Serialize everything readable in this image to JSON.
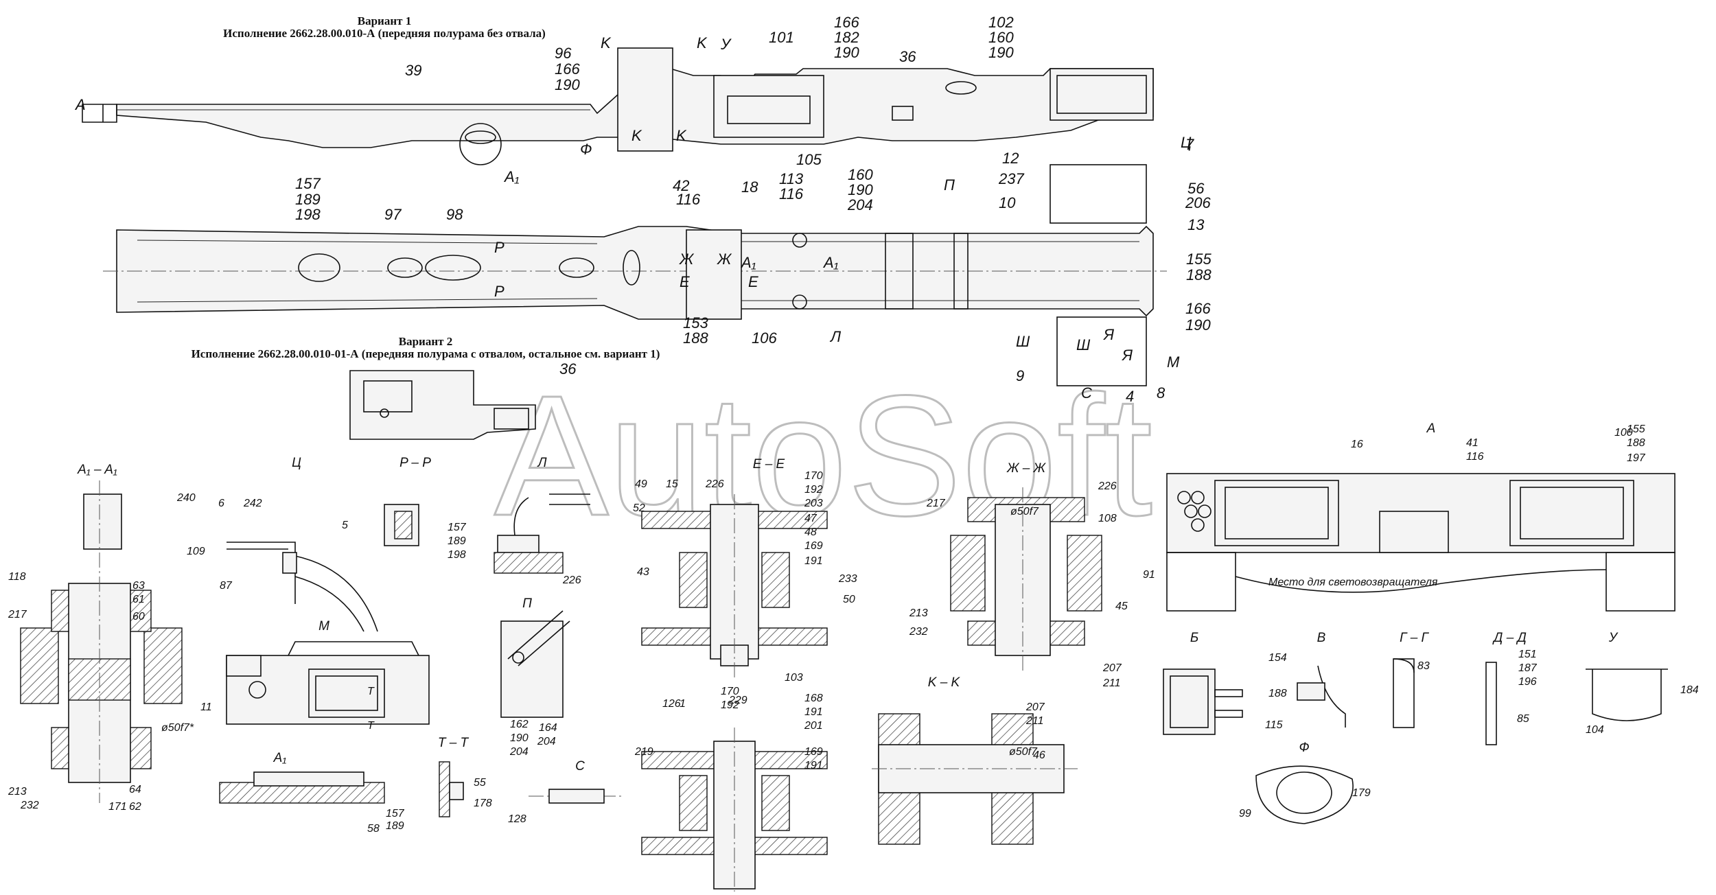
{
  "variant1": {
    "title": "Вариант 1",
    "subtitle": "Исполнение 2662.28.00.010-А (передняя полурама без отвала)"
  },
  "variant2": {
    "title": "Вариант 2",
    "subtitle": "Исполнение 2662.28.00.010-01-А (передняя полурама с отвалом, остальное см. вариант 1)"
  },
  "watermark": "AutoSoft",
  "labels": {
    "top_view": [
      "A",
      "39",
      "96",
      "166",
      "190",
      "K",
      "K",
      "K",
      "K",
      "У",
      "101",
      "166",
      "182",
      "190",
      "36",
      "102",
      "160",
      "190",
      "Ф",
      "A₁",
      "Ц",
      "7",
      "56",
      "206",
      "12",
      "237",
      "10",
      "105",
      "160",
      "190",
      "204",
      "П",
      "113",
      "116",
      "18",
      "42",
      "116",
      "157",
      "189",
      "198",
      "97",
      "98",
      "P",
      "P",
      "Ж",
      "Ж",
      "E",
      "E",
      "A₁",
      "A₁",
      "13",
      "155",
      "188",
      "166",
      "190",
      "153",
      "188",
      "106",
      "Л",
      "Ш",
      "Ш",
      "9",
      "Я",
      "Я",
      "C",
      "4",
      "8",
      "M",
      "36"
    ],
    "parts": [
      "240",
      "109",
      "118",
      "217",
      "63",
      "61",
      "60",
      "213",
      "232",
      "171",
      "64",
      "62",
      "ø50f7*",
      "6",
      "242",
      "5",
      "87",
      "157",
      "189",
      "198",
      "226",
      "49",
      "15",
      "226",
      "170",
      "192",
      "203",
      "47",
      "48",
      "169",
      "191",
      "52",
      "43",
      "233",
      "50",
      "103",
      "170",
      "192",
      "217",
      "226",
      "108",
      "ø50f7",
      "213",
      "232",
      "45",
      "207",
      "211",
      "126",
      "1",
      "229",
      "168",
      "191",
      "201",
      "169",
      "191",
      "219",
      "207",
      "211",
      "46",
      "ø50f7",
      "11",
      "T",
      "T",
      "162",
      "190",
      "204",
      "164",
      "204",
      "55",
      "178",
      "58",
      "157",
      "189",
      "128",
      "16",
      "41",
      "116",
      "100",
      "155",
      "188",
      "197",
      "91",
      "Место для световозвращателя",
      "154",
      "188",
      "115",
      "83",
      "151",
      "187",
      "196",
      "85",
      "184",
      "104",
      "99",
      "179"
    ]
  },
  "sections": {
    "a1_a1": "A₁ – A₁",
    "c": "Ц",
    "p_p": "P – P",
    "l": "Л",
    "e_e": "E – E",
    "zh_zh": "Ж – Ж",
    "a": "A",
    "p": "П",
    "m": "M",
    "a1": "A₁",
    "t_t": "T – T",
    "s": "C",
    "k_k": "K – K",
    "b": "Б",
    "v": "В",
    "g_g": "Г – Г",
    "d_d": "Д – Д",
    "u": "У",
    "f": "Ф"
  }
}
